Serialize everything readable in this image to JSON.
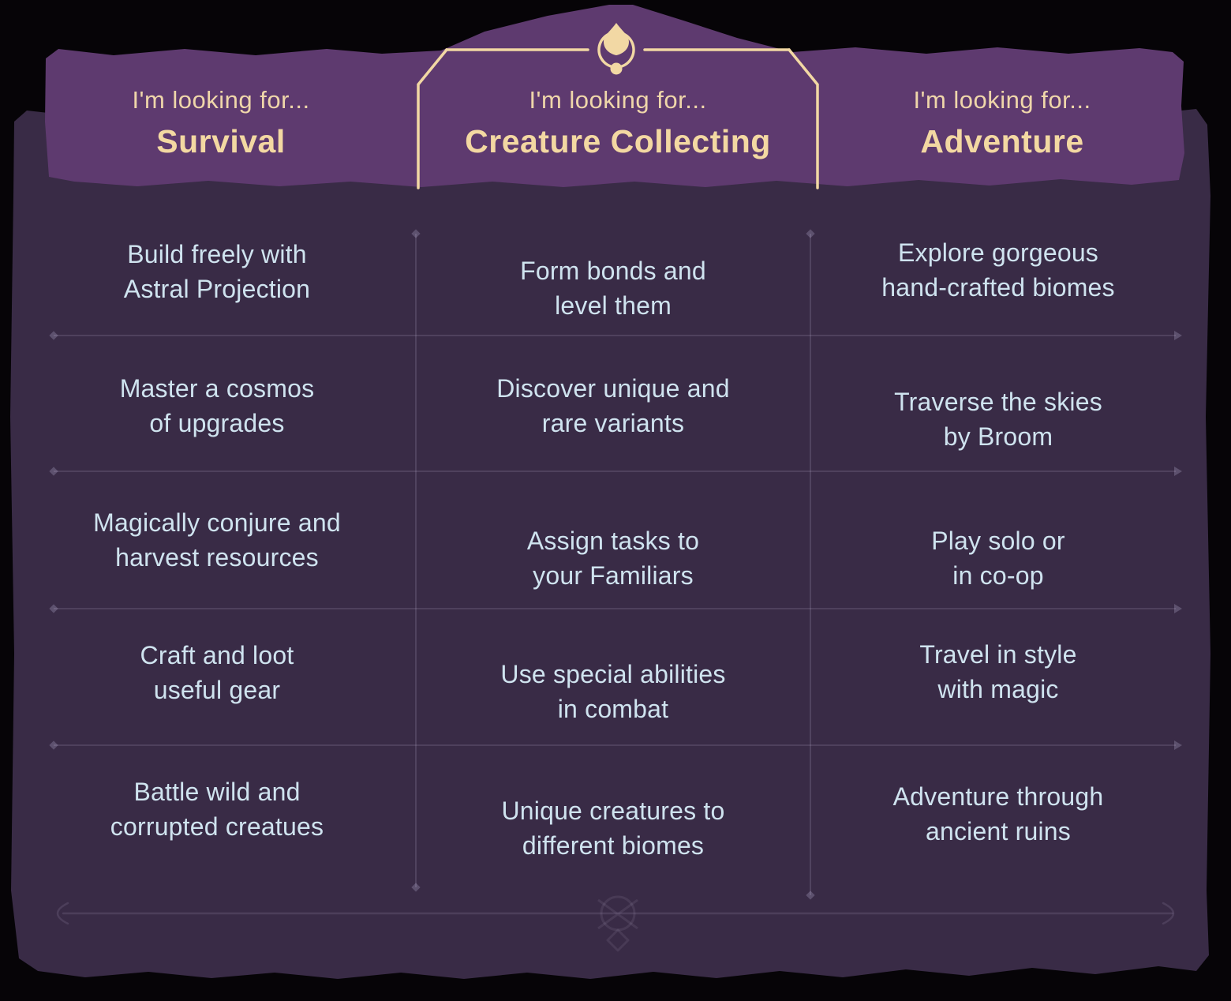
{
  "columns": [
    {
      "eyebrow": "I'm looking for...",
      "title": "Survival",
      "items": [
        "Build freely with\nAstral Projection",
        "Master a cosmos\nof upgrades",
        "Magically conjure and\nharvest resources",
        "Craft and loot\nuseful gear",
        "Battle wild and\ncorrupted creatues"
      ]
    },
    {
      "eyebrow": "I'm looking for...",
      "title": "Creature Collecting",
      "items": [
        "Form bonds and\nlevel them",
        "Discover unique and\nrare variants",
        "Assign tasks to\nyour Familiars",
        "Use special abilities\nin combat",
        "Unique creatures to\ndifferent biomes"
      ]
    },
    {
      "eyebrow": "I'm looking for...",
      "title": "Adventure",
      "items": [
        "Explore gorgeous\nhand-crafted biomes",
        "Traverse the skies\nby Broom",
        "Play solo or\nin co-op",
        "Travel in style\nwith magic",
        "Adventure through\nancient ruins"
      ]
    }
  ],
  "icons": {
    "header_emblem": "flame-gem-icon",
    "footer_emblem": "sigil-icon",
    "line_end_left": "chevron-left-icon",
    "line_end_right": "chevron-right-icon"
  },
  "colors": {
    "band_purple": "#5e3a6f",
    "panel_purple": "#392b46",
    "accent_cream": "#f2d8a4",
    "cell_text": "#cfe3ef",
    "divider": "rgba(205,195,230,0.16)"
  }
}
